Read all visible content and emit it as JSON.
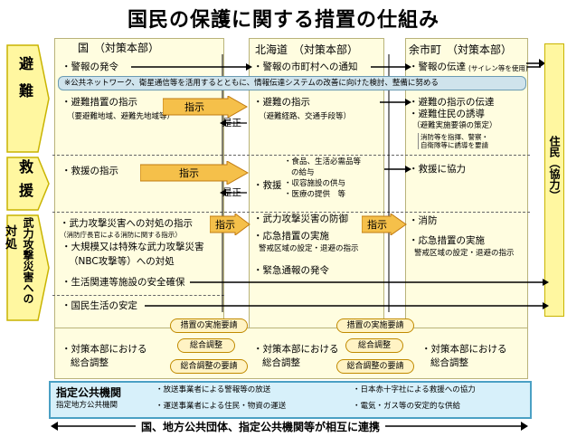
{
  "title": "国民の保護に関する措置の仕組み",
  "columns": {
    "kuni": "国　（対策本部）",
    "hokkaido": "北海道　（対策本部）",
    "yoichi": "余市町　（対策本部）"
  },
  "categories": {
    "hinan": "避難",
    "kyuen": "救援",
    "taisho_top": "対処",
    "taisho": "武力攻撃災害への",
    "jumin": "住民（協力）"
  },
  "hinan": {
    "kuni_1": "・警報の発令",
    "hok_1": "・警報の市町村への通知",
    "yoi_1": "・警報の伝達",
    "yoi_1_sub": "(サイレン等を使用)",
    "note": "※公共ネットワーク、衛星通信等を活用するとともに、情報伝達システムの改善に向けた検討、整備に努める",
    "kuni_2": "・避難措置の指示",
    "kuni_2_sub": "（要避難地域、避難先地域等）",
    "shiji": "指示",
    "zesei": "是正",
    "hok_2": "・避難の指示",
    "hok_2_sub": "（避難経路、交通手段等）",
    "yoi_2a": "・避難の指示の伝達",
    "yoi_2b": "・避難住民の誘導",
    "yoi_2c": "（避難実施要領の策定）",
    "yoi_2d": "消防等を指揮、警察・",
    "yoi_2e": "自衛隊等に誘導を要請"
  },
  "kyuen": {
    "kuni": "・救援の指示",
    "shiji": "指示",
    "zesei": "是正",
    "hok_main": "・救援",
    "hok_1": "・食品、生活必需品等",
    "hok_1b": "の給与",
    "hok_2": "・収容施設の供与",
    "hok_3": "・医療の提供　等",
    "yoi": "・救援に協力"
  },
  "taisho": {
    "kuni_1": "・武力攻撃災害への対処の指示",
    "kuni_1_sub": "（消防庁長官による消防に関する指示）",
    "shiji": "指示",
    "kuni_2": "・大規模又は特殊な武力攻撃災害",
    "kuni_2b": "（NBC攻撃等）への対処",
    "kuni_3": "・生活関連等施設の安全確保",
    "kuni_4": "・国民生活の安定",
    "hok_1": "・武力攻撃災害の防御",
    "hok_2": "・応急措置の実施",
    "hok_2_sub": "警戒区域の設定・退避の指示",
    "hok_3": "・緊急通報の発令",
    "shiji2": "指示",
    "yoi_1": "・消防",
    "yoi_2": "・応急措置の実施",
    "yoi_2_sub": "警戒区域の設定・退避の指示"
  },
  "coordination": {
    "req1": "措置の実施要請",
    "req2": "措置の実施要請",
    "adj1": "総合調整",
    "adj2": "総合調整",
    "adjreq1": "総合調整の要請",
    "adjreq2": "総合調整の要請",
    "kuni_a": "・対策本部における",
    "kuni_b": "総合調整",
    "hok_a": "・対策本部における",
    "hok_b": "総合調整",
    "yoi_a": "・対策本部における",
    "yoi_b": "総合調整"
  },
  "public_agencies": {
    "title": "指定公共機関",
    "subtitle": "指定地方公共機関",
    "item1": "・放送事業者による警報等の放送",
    "item2": "・運送事業者による住民・物資の運送",
    "item3": "・日本赤十字社による救援への協力",
    "item4": "・電気・ガス等の安定的な供給"
  },
  "footer": "国、地方公共団体、指定公共機関等が相互に連携"
}
